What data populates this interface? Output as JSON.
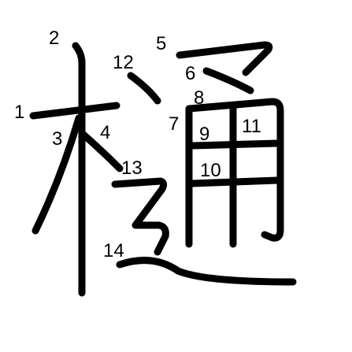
{
  "glyph": {
    "stroke_color": "#000000",
    "background": "#ffffff",
    "stroke_count": 14
  },
  "labels": [
    "1",
    "2",
    "3",
    "4",
    "5",
    "6",
    "7",
    "8",
    "9",
    "10",
    "11",
    "12",
    "13",
    "14"
  ]
}
